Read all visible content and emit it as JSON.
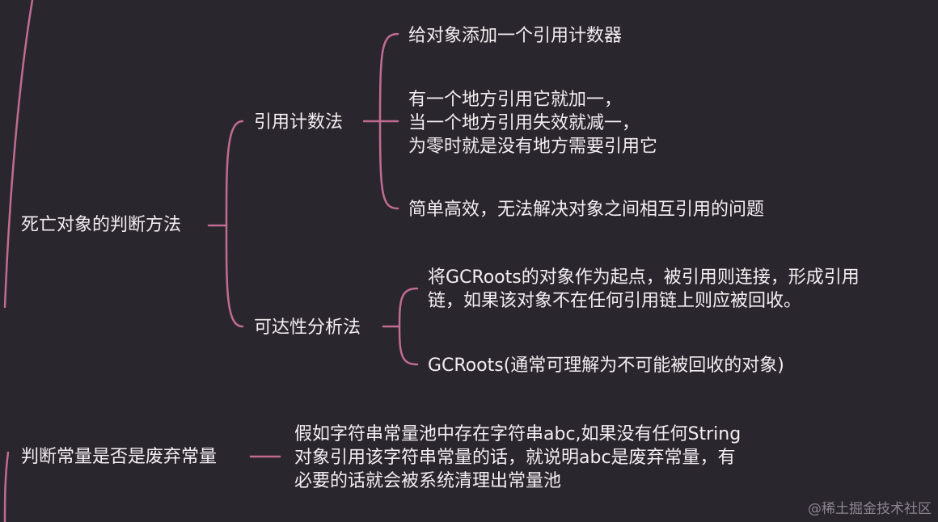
{
  "colors": {
    "background": "#2a262d",
    "connector": "#c06c92",
    "text": "#f2eef2",
    "watermark": "#8a8590"
  },
  "nodes": {
    "dead_object_judgement": "死亡对象的判断方法",
    "reference_counting": "引用计数法",
    "rc_detail_1": "给对象添加一个引用计数器",
    "rc_detail_2": [
      "有一个地方引用它就加一，",
      "当一个地方引用失效就减一，",
      "为零时就是没有地方需要引用它"
    ],
    "rc_detail_3": "简单高效，无法解决对象之间相互引用的问题",
    "reachability_analysis": "可达性分析法",
    "ra_detail_1": [
      "将GCRoots的对象作为起点，被引用则连接，形成引用",
      "链，如果该对象不在任何引用链上则应被回收。"
    ],
    "ra_detail_2": "GCRoots(通常可理解为不可能被回收的对象)",
    "constant_judgement": "判断常量是否是废弃常量",
    "constant_detail": [
      "假如字符串常量池中存在字符串abc,如果没有任何String",
      "对象引用该字符串常量的话，就说明abc是废弃常量，有",
      "必要的话就会被系统清理出常量池"
    ]
  },
  "watermark": "@稀土掘金技术社区"
}
